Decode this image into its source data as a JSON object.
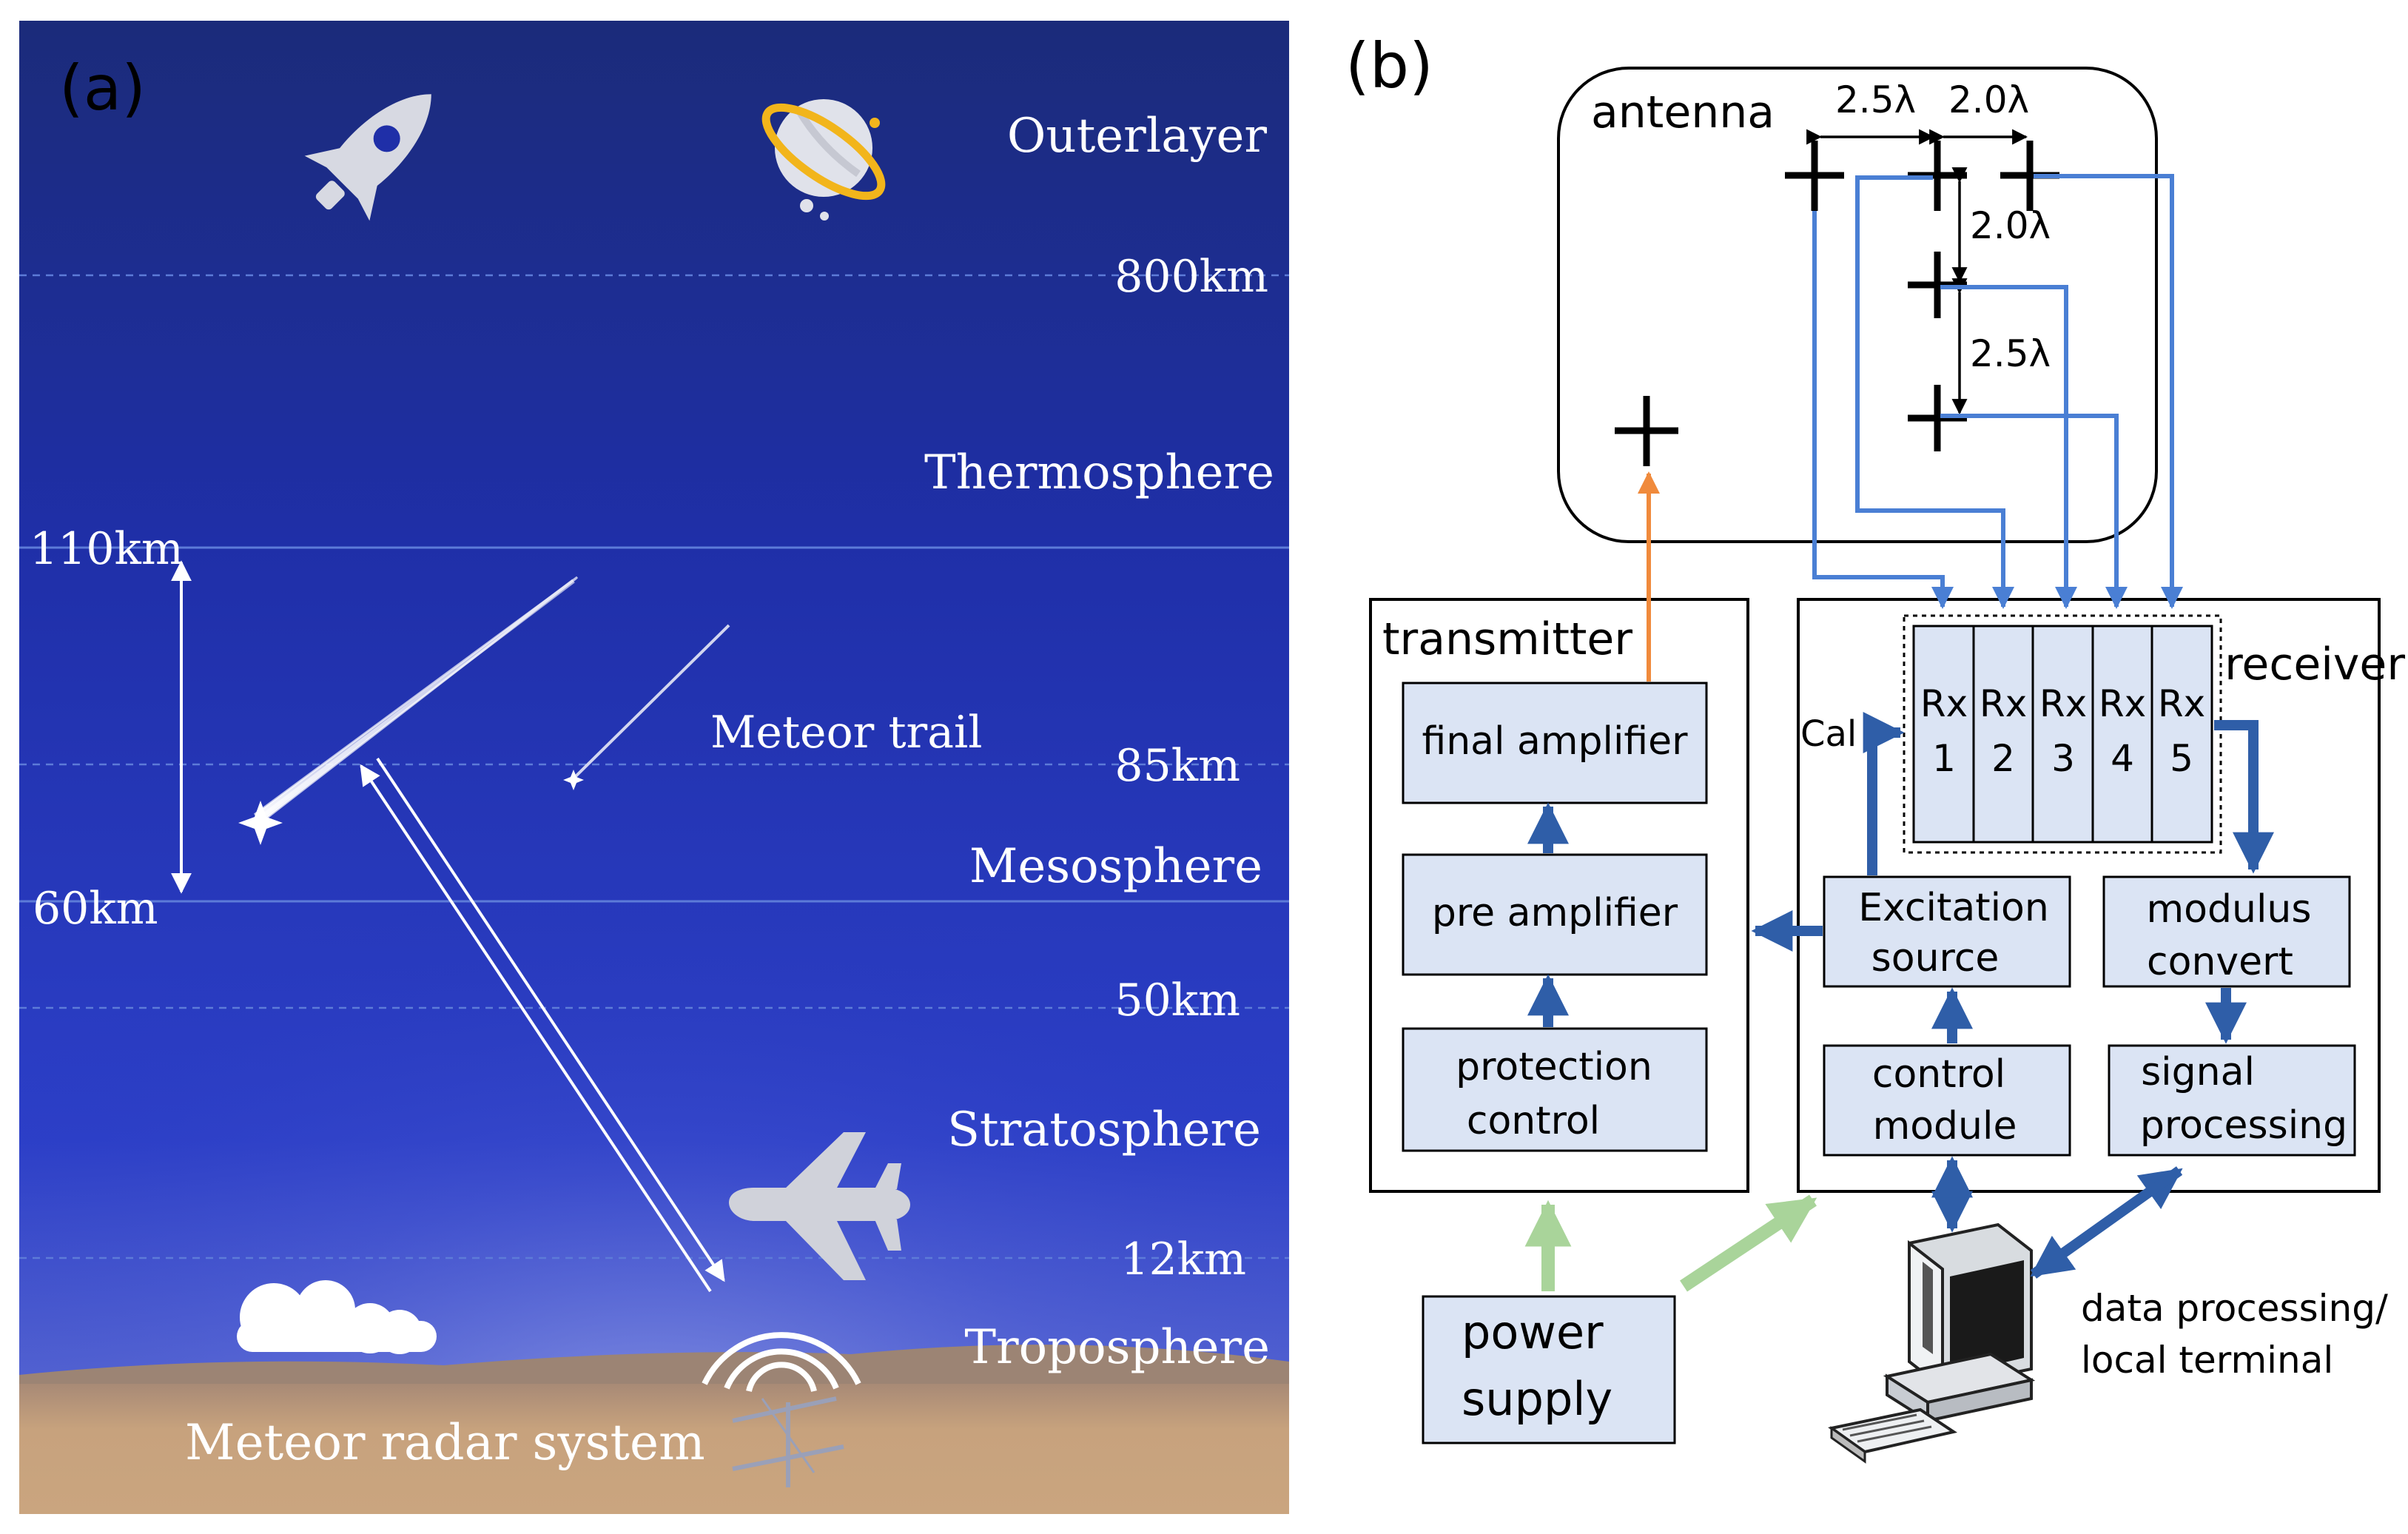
{
  "panel_a": {
    "label": "(a)",
    "layers": [
      "Outerlayer",
      "Thermosphere",
      "Mesosphere",
      "Stratosphere",
      "Troposphere"
    ],
    "altitudes": [
      "800km",
      "110km",
      "85km",
      "60km",
      "50km",
      "12km"
    ],
    "meteor_trail": "Meteor trail",
    "radar_system": "Meteor radar system",
    "colors": {
      "sky_top": "#1a2a78",
      "sky_mid": "#2633b8",
      "ground": "#c9a47c"
    },
    "icons": [
      "rocket-icon",
      "planet-icon",
      "airplane-icon",
      "cloud-icon",
      "radar-antenna-icon"
    ]
  },
  "panel_b": {
    "label": "(b)",
    "antenna": {
      "title": "antenna",
      "spacing": [
        "2.5λ",
        "2.0λ",
        "2.0λ",
        "2.5λ"
      ]
    },
    "transmitter": {
      "title": "transmitter",
      "blocks": [
        [
          "final amplifier"
        ],
        [
          "pre amplifier"
        ],
        [
          "protection",
          "control"
        ]
      ]
    },
    "receiver": {
      "title": "receiver",
      "cal": "Cal",
      "rx": [
        [
          "Rx",
          "1"
        ],
        [
          "Rx",
          "2"
        ],
        [
          "Rx",
          "3"
        ],
        [
          "Rx",
          "4"
        ],
        [
          "Rx",
          "5"
        ]
      ],
      "blocks": {
        "excitation": [
          "Excitation",
          "source"
        ],
        "modulus": [
          "modulus",
          "convert"
        ],
        "control": [
          "control",
          "module"
        ],
        "signal": [
          "signal",
          "processing"
        ]
      }
    },
    "power_supply": [
      "power",
      "supply"
    ],
    "terminal": [
      "data processing/",
      "local terminal"
    ],
    "colors": {
      "arrow_dark": "#2f5ea8",
      "cable": "#4a7fd4",
      "tx_feed": "#f08a3c",
      "power": "#a9d49a",
      "block_fill": "#dbe4f4"
    }
  }
}
